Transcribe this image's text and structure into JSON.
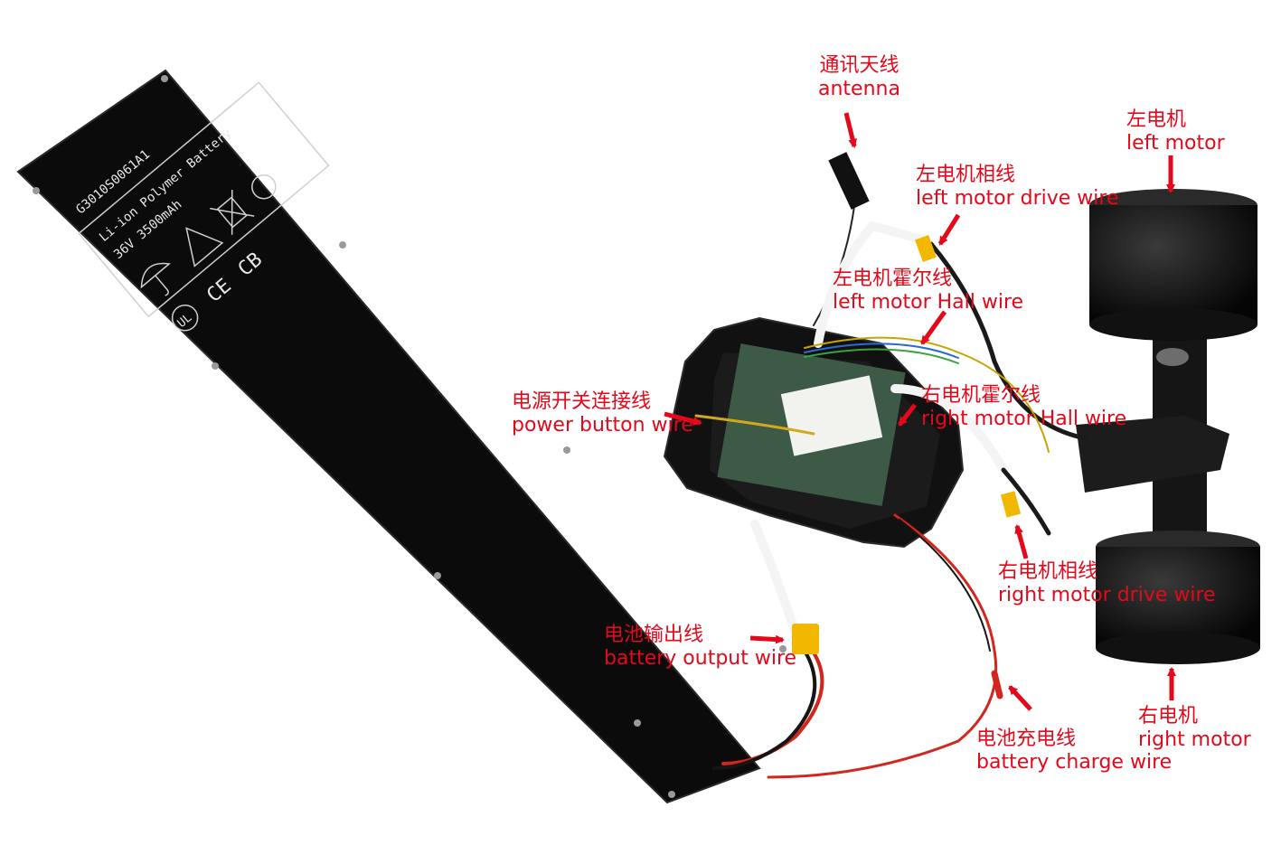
{
  "colors": {
    "label": "#e5081a",
    "arrow": "#e5081a",
    "board": "#0b0b0b",
    "wire_red": "#d2261e",
    "wire_connector": "#f2b800"
  },
  "battery": {
    "model": "G3010S0061A1",
    "chemistry": "Li-ion Polymer Battery",
    "spec": "36V 3500mAh",
    "cert_marks": [
      "CE",
      "CB",
      "UL"
    ]
  },
  "labels": {
    "antenna": {
      "zh": "通讯天线",
      "en": "antenna"
    },
    "left_motor": {
      "zh": "左电机",
      "en": "left motor"
    },
    "left_motor_drive": {
      "zh": "左电机相线",
      "en": "left motor drive wire"
    },
    "left_motor_hall": {
      "zh": "左电机霍尔线",
      "en": "left motor Hall wire"
    },
    "power_button": {
      "zh": "电源开关连接线",
      "en": "power button wire"
    },
    "right_motor_hall": {
      "zh": "右电机霍尔线",
      "en": "right motor Hall wire"
    },
    "right_motor_drive": {
      "zh": "右电机相线",
      "en": "right motor drive wire"
    },
    "battery_output": {
      "zh": "电池输出线",
      "en": "battery output wire"
    },
    "battery_charge": {
      "zh": "电池充电线",
      "en": "battery charge wire"
    },
    "right_motor": {
      "zh": "右电机",
      "en": "right motor"
    }
  }
}
